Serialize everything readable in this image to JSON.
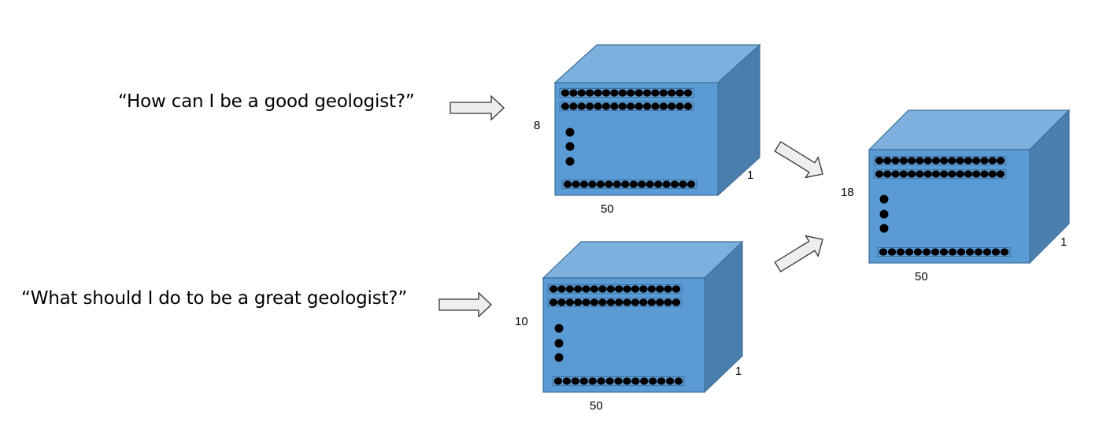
{
  "questions": {
    "q1": "“How can I be a good geologist?”",
    "q2": "“What should I do to be a great geologist?”"
  },
  "tensors": {
    "t1": {
      "rows": "8",
      "cols": "50",
      "depth": "1"
    },
    "t2": {
      "rows": "10",
      "cols": "50",
      "depth": "1"
    },
    "t3": {
      "rows": "18",
      "cols": "50",
      "depth": "1"
    }
  },
  "colors": {
    "front": "#5b9bd5",
    "top": "#7db0dd",
    "side": "#4a7fad",
    "edge": "#3e6f9c",
    "dot": "#000000",
    "arrow_fill": "#eeeeee",
    "arrow_stroke": "#333333"
  }
}
